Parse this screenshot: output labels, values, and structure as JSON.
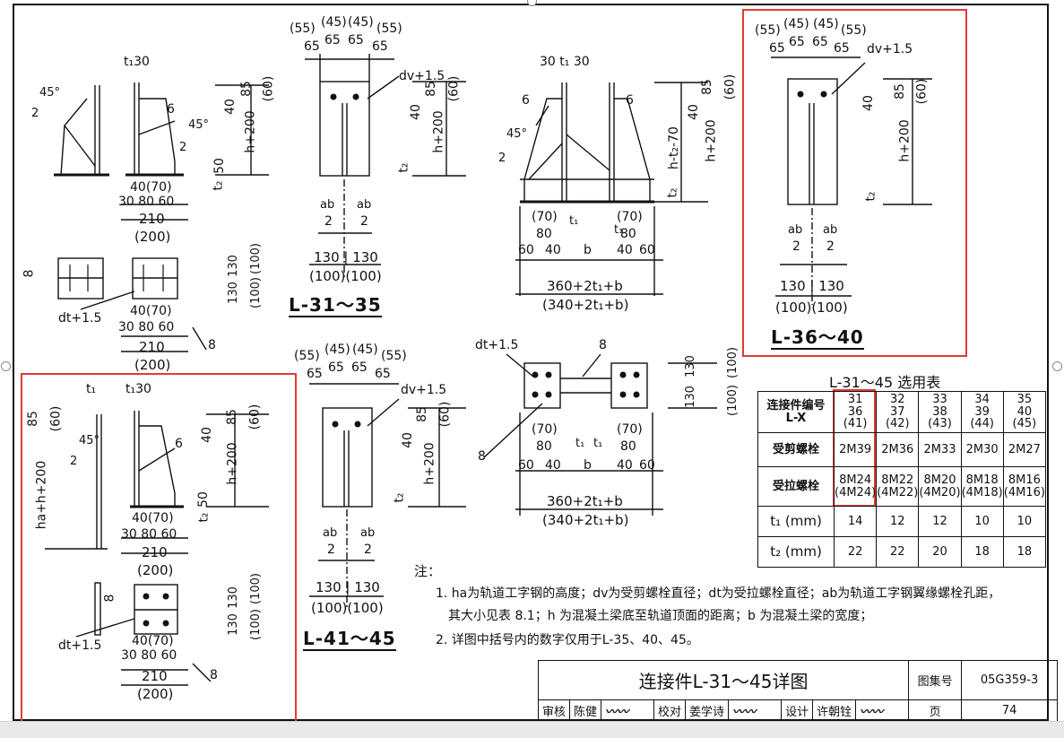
{
  "drawing": {
    "title": "连接件L-31～45详图",
    "atlas_label": "图集号",
    "atlas_no": "05G359-3",
    "page_label": "页",
    "page_no": "74",
    "reviewer_label": "审核",
    "reviewer_name": "陈健",
    "checker_label": "校对",
    "checker_name": "姜学诗",
    "designer_label": "设计",
    "designer_name": "许朝铨"
  },
  "labels": {
    "L31_35": "L-31～35",
    "L36_40": "L-36～40",
    "L41_45": "L-41～45"
  },
  "dims": {
    "t1_30": "t₁30",
    "t1": "t₁",
    "t2": "t₂",
    "d45": "45°",
    "n2": "2",
    "n6": "6",
    "n8": "8",
    "n85": "85",
    "p60": "(60)",
    "n40": "40",
    "h200": "h+200",
    "n50": "50",
    "n4070": "40(70)",
    "n308060": "30 80 60",
    "n210": "210",
    "p200": "(200)",
    "dt15": "dt+1.5",
    "dv15": "dv+1.5",
    "top_p55": "(55)",
    "top_p45": "(45)",
    "n65": "65",
    "ab": "ab",
    "n130": "130",
    "p100": "(100)",
    "n130_130": "130 | 130",
    "p100_100": "(100)(100)",
    "n3030": "30  t₁  30",
    "ht270": "h-t₂-70",
    "n70": "(70)",
    "n80": "80",
    "n60": "60",
    "nb": "b",
    "s360": "360+2t₁+b",
    "s340": "(340+2t₁+b)",
    "hahh": "ha+h+200",
    "r13": "130",
    "r2": "2"
  },
  "table": {
    "title": "L-31～45 选用表",
    "header": "连接件编号\nL-X",
    "header_line1": "连接件编号",
    "header_line2": "L-X",
    "columns": [
      {
        "a": "31",
        "b": "36",
        "c": "(41)"
      },
      {
        "a": "32",
        "b": "37",
        "c": "(42)"
      },
      {
        "a": "33",
        "b": "38",
        "c": "(43)"
      },
      {
        "a": "34",
        "b": "39",
        "c": "(44)"
      },
      {
        "a": "35",
        "b": "40",
        "c": "(45)"
      }
    ],
    "shear_label": "受剪螺栓",
    "shear": [
      "2M39",
      "2M36",
      "2M33",
      "2M30",
      "2M27"
    ],
    "tension_label": "受拉螺栓",
    "tension": [
      {
        "a": "8M24",
        "b": "(4M24)"
      },
      {
        "a": "8M22",
        "b": "(4M22)"
      },
      {
        "a": "8M20",
        "b": "(4M20)"
      },
      {
        "a": "8M18",
        "b": "(4M18)"
      },
      {
        "a": "8M16",
        "b": "(4M16)"
      }
    ],
    "t1_label": "t₁ (mm)",
    "t1": [
      "14",
      "12",
      "12",
      "10",
      "10"
    ],
    "t2_label": "t₂ (mm)",
    "t2": [
      "22",
      "22",
      "20",
      "18",
      "18"
    ]
  },
  "notes": {
    "head": "注：",
    "n1a": "1. ha为轨道工字钢的高度；dv为受剪螺栓直径；dt为受拉螺栓直径；ab为轨道工字钢翼缘螺栓孔距，",
    "n1b": "其大小见表 8.1；h 为混凝土梁底至轨道顶面的距离；b 为混凝土梁的宽度；",
    "n2": "2. 详图中括号内的数字仅用于L-35、40、45。"
  },
  "colors": {
    "highlight": "#e53935",
    "ink": "#111111"
  }
}
